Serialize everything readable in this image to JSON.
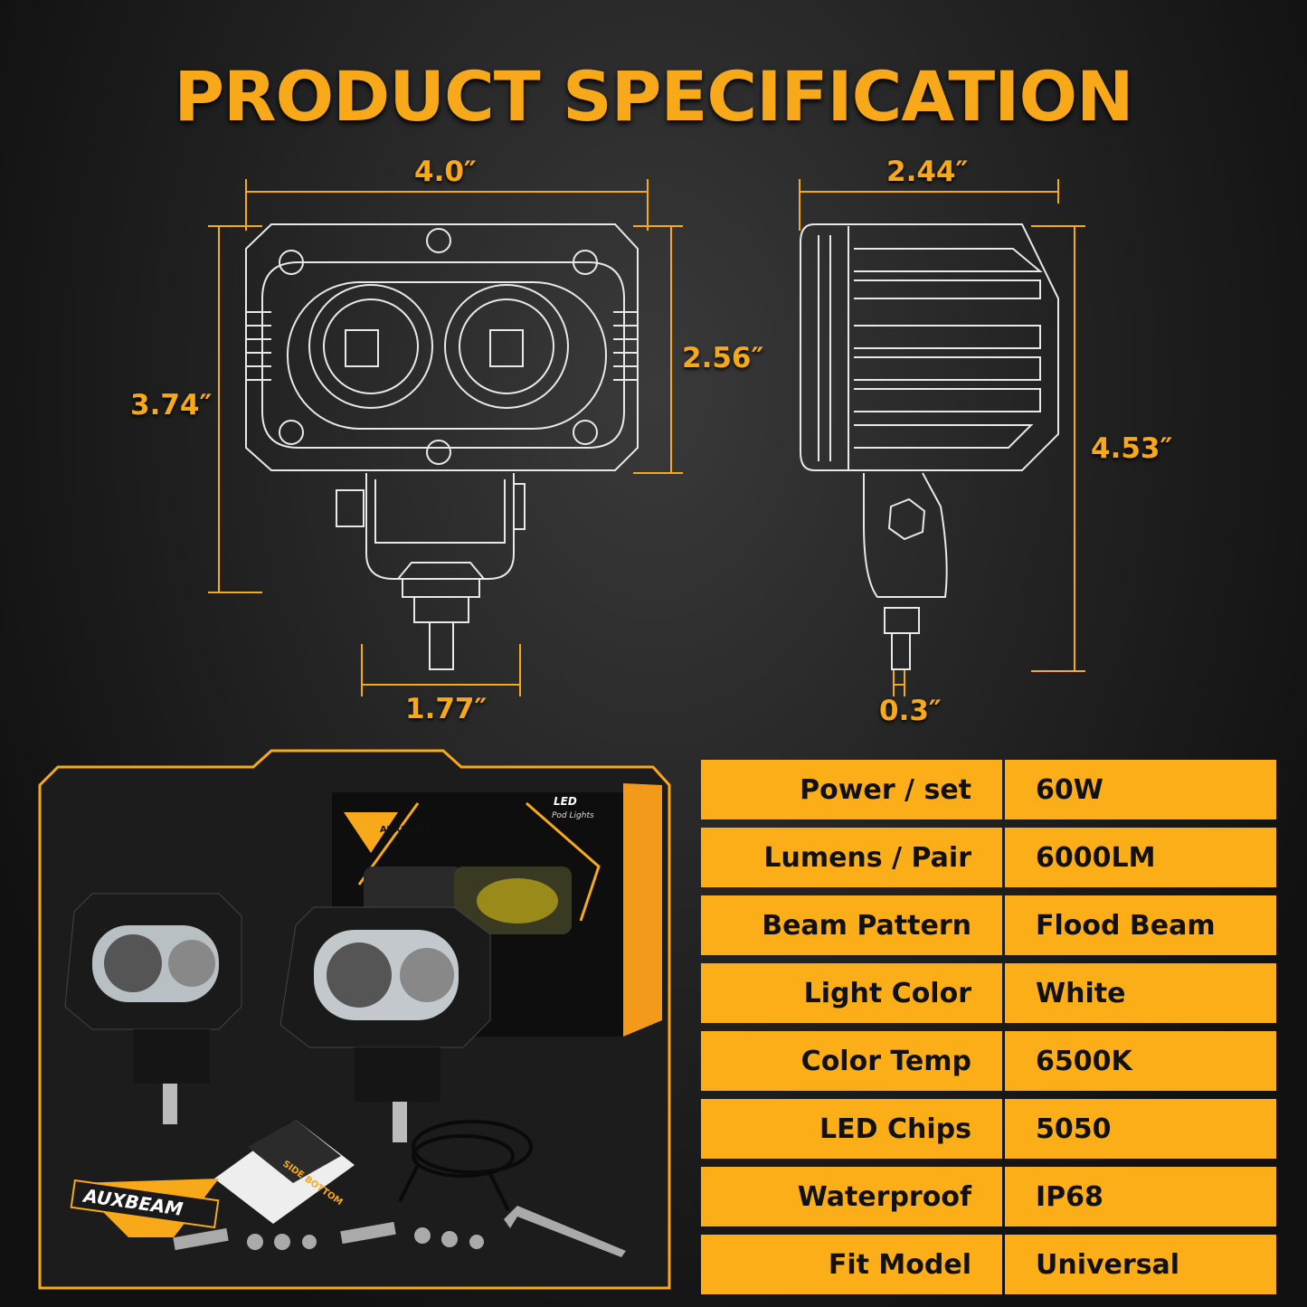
{
  "title": "PRODUCT SPECIFICATION",
  "dimensions": {
    "front_width": "4.0″",
    "front_total_height": "3.74″",
    "front_body_height": "2.56″",
    "bracket_width": "1.77″",
    "side_depth": "2.44″",
    "side_total_height": "4.53″",
    "bolt_diameter": "0.3″"
  },
  "specs": [
    {
      "label": "Power / set",
      "value": "60W"
    },
    {
      "label": "Lumens / Pair",
      "value": "6000LM"
    },
    {
      "label": "Beam Pattern",
      "value": "Flood Beam"
    },
    {
      "label": "Light Color",
      "value": "White"
    },
    {
      "label": "Color Temp",
      "value": "6500K"
    },
    {
      "label": "LED Chips",
      "value": "5050"
    },
    {
      "label": "Waterproof",
      "value": "IP68"
    },
    {
      "label": "Fit Model",
      "value": "Universal"
    }
  ],
  "package": {
    "brand": "AUXBEAM",
    "box_title": "LED",
    "box_subtitle": "Pod Lights",
    "manual_title": "SIDE BOTTOM"
  },
  "colors": {
    "accent": "#F8A91A",
    "table_bg": "#FBAE17",
    "background": "#141414"
  }
}
